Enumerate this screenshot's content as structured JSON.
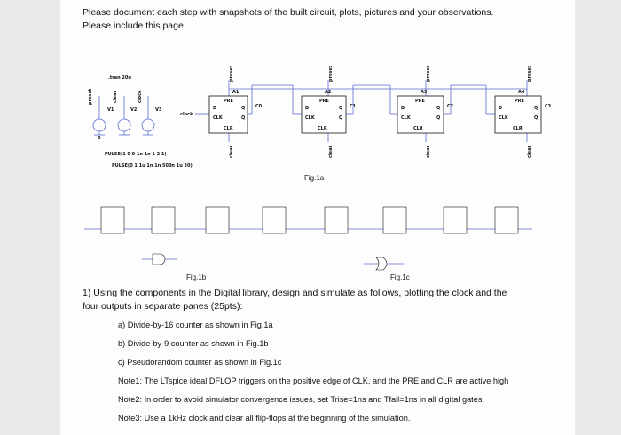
{
  "header": {
    "line1": "Please document each step with snapshots of the built circuit, plots, pictures and your observations.",
    "line2": "Please include this page."
  },
  "fig1a": {
    "tran": ".tran 20u",
    "pulse1": "PULSE(1 0 0 1n 1n 1 2 1)",
    "pulse2": "PULSE(0 1 1u 1n 1n 500n 1u 20)",
    "caption": "Fig.1a",
    "sources": [
      {
        "net": "preset",
        "name": "V1"
      },
      {
        "net": "clear",
        "name": "V2"
      },
      {
        "net": "clock",
        "name": "V3"
      }
    ],
    "ground": "0",
    "clock_label": "clock",
    "flipflops": [
      {
        "name": "A1",
        "q": "C0"
      },
      {
        "name": "A2",
        "q": "C1"
      },
      {
        "name": "A3",
        "q": "C2"
      },
      {
        "name": "A4",
        "q": "C3"
      }
    ],
    "pins": {
      "pre": "PRE",
      "clr": "CLR",
      "d": "D",
      "clk": "CLK",
      "q": "Q",
      "qbar": "Q̄"
    },
    "preset_label": "preset",
    "clear_label": "clear"
  },
  "fig1b": {
    "caption": "Fig.1b"
  },
  "fig1c": {
    "caption": "Fig.1c"
  },
  "question": {
    "line1": "1) Using the components in the Digital library, design and simulate as follows, plotting the clock and the",
    "line2": "four outputs in separate panes (25pts):",
    "items": [
      "a) Divide-by-16 counter as shown in Fig.1a",
      "b) Divide-by-9 counter as shown in Fig.1b",
      "c) Pseudorandom counter as shown in Fig.1c"
    ],
    "notes": [
      "Note1: The LTspice ideal DFLOP triggers on the positive edge of CLK, and the PRE and CLR are active high",
      "Note2: In order to avoid simulator convergence issues, set Trise=1ns and Tfall=1ns in all digital gates.",
      "Note3: Use a 1kHz clock and clear all flip-flops at the beginning of the simulation."
    ]
  }
}
